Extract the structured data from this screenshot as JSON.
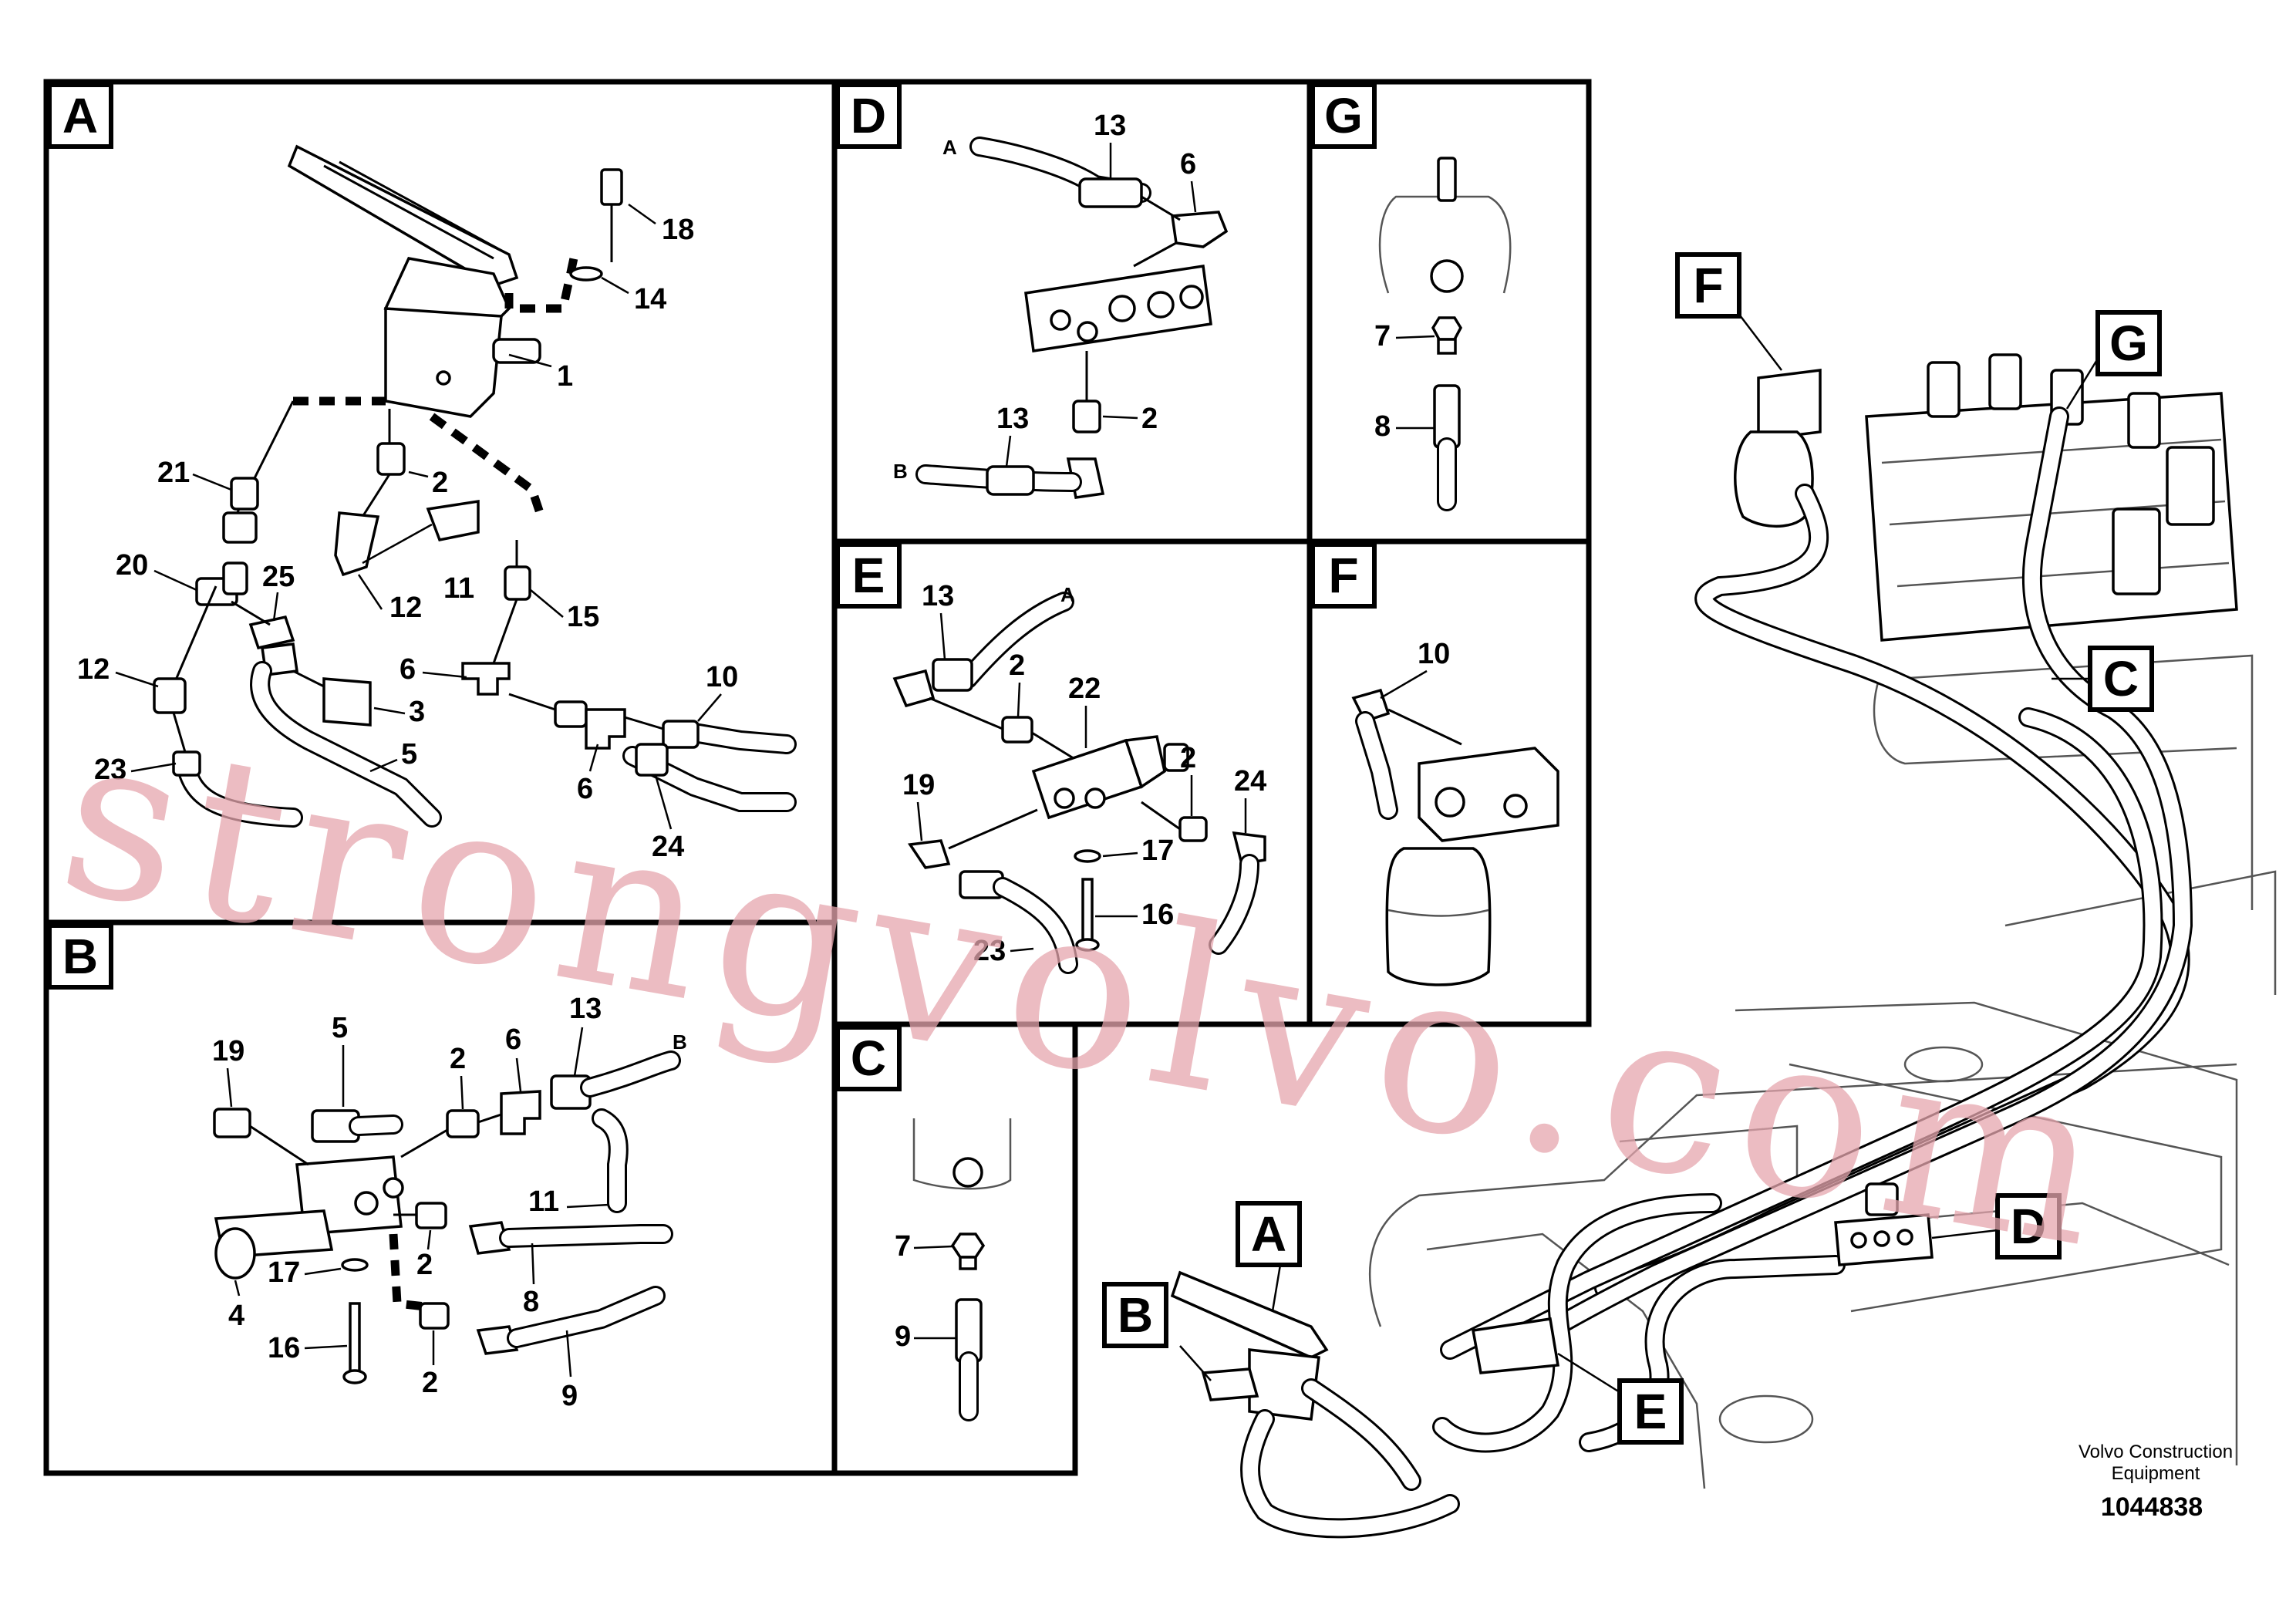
{
  "panels": {
    "A": {
      "label": "A",
      "callouts": [
        "18",
        "14",
        "1",
        "21",
        "2",
        "11",
        "12",
        "20",
        "25",
        "15",
        "12",
        "23",
        "3",
        "6",
        "5",
        "6",
        "10",
        "24"
      ]
    },
    "B": {
      "label": "B",
      "callouts": [
        "19",
        "5",
        "2",
        "6",
        "13",
        "11",
        "4",
        "17",
        "2",
        "8",
        "16",
        "2",
        "9"
      ],
      "refs": [
        "B"
      ]
    },
    "C": {
      "label": "C",
      "callouts": [
        "7",
        "9"
      ]
    },
    "D": {
      "label": "D",
      "callouts": [
        "13",
        "6",
        "2",
        "13"
      ],
      "refs": [
        "A",
        "B"
      ]
    },
    "E": {
      "label": "E",
      "callouts": [
        "13",
        "2",
        "22",
        "2",
        "24",
        "19",
        "17",
        "16",
        "23"
      ],
      "refs": [
        "A"
      ]
    },
    "F": {
      "label": "F",
      "callouts": [
        "10"
      ]
    },
    "G": {
      "label": "G",
      "callouts": [
        "7",
        "8"
      ]
    }
  },
  "overview_tags": [
    "F",
    "G",
    "C",
    "D",
    "A",
    "B",
    "E"
  ],
  "watermark": "strongvolvo.com",
  "footer": {
    "company_line1": "Volvo Construction",
    "company_line2": "Equipment",
    "drawing_number": "1044838"
  },
  "colors": {
    "line": "#000000",
    "watermark": "#e6a6ad",
    "background": "#ffffff"
  }
}
